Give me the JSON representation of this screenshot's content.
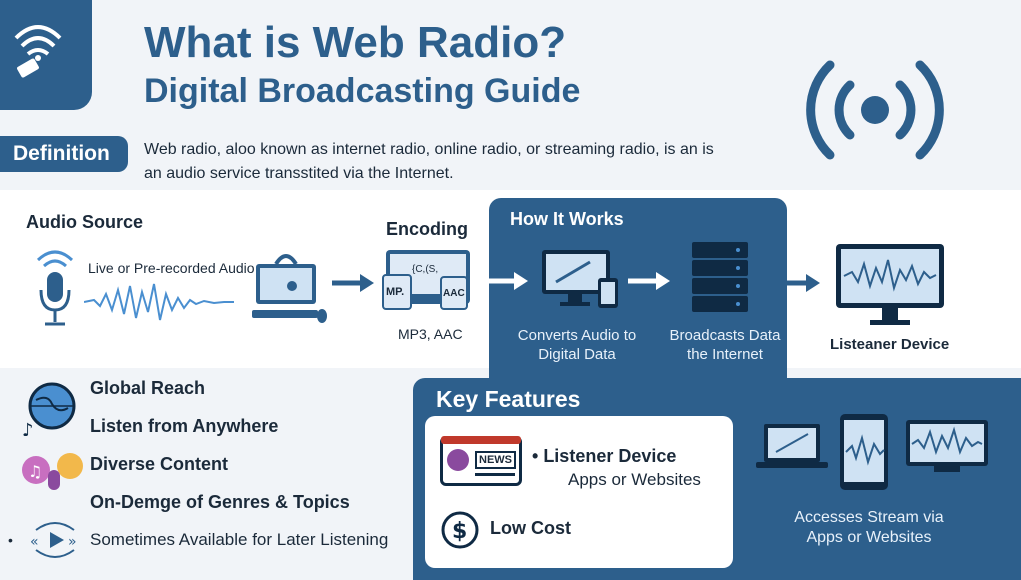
{
  "header": {
    "title_line1": "What is Web Radio?",
    "title_line2": "Digital Broadcasting Guide",
    "corner_icon": "satellite-signal-icon",
    "broadcast_icon": "broadcast-signal-icon"
  },
  "definition": {
    "tag": "Definition",
    "text": "Web radio, aloo known as internet radio, online radio, or streaming radio, is an is an audio service transstited via the Internet."
  },
  "flow": {
    "audio_source": {
      "heading": "Audio Source",
      "caption": "Live or Pre-recorded Audio"
    },
    "encoding": {
      "heading": "Encoding",
      "screen_label": "{C,(S,",
      "left_label": "MP.",
      "right_label": "AAC",
      "caption": "MP3, AAC"
    },
    "how_it_works": {
      "heading": "How It Works",
      "step1": "Converts Audio to Digital Data",
      "step2": "Broadcasts Data the Internet"
    },
    "listener": {
      "caption": "Listeaner Device"
    }
  },
  "benefits": [
    {
      "label": "Global Reach",
      "icon": "globe-music-icon"
    },
    {
      "label": "Listen from Anywhere",
      "icon": ""
    },
    {
      "label": "Diverse Content",
      "icon": "music-podcast-icon"
    },
    {
      "label": "On-Demge of Genres & Topics",
      "icon": ""
    },
    {
      "label": "Sometimes Available for Later Listening",
      "icon": "play-arrows-icon"
    }
  ],
  "key_features": {
    "heading": "Key Features",
    "item1_title": "Listener Device",
    "item1_sub": "Apps or Websites",
    "item1_badge": "NEWS",
    "item2_title": "Low Cost",
    "devices_caption": "Accesses Stream via Apps or Websites"
  },
  "colors": {
    "primary": "#2d5f8c",
    "accent": "#4a8fd0",
    "background": "#f1f4f8"
  }
}
